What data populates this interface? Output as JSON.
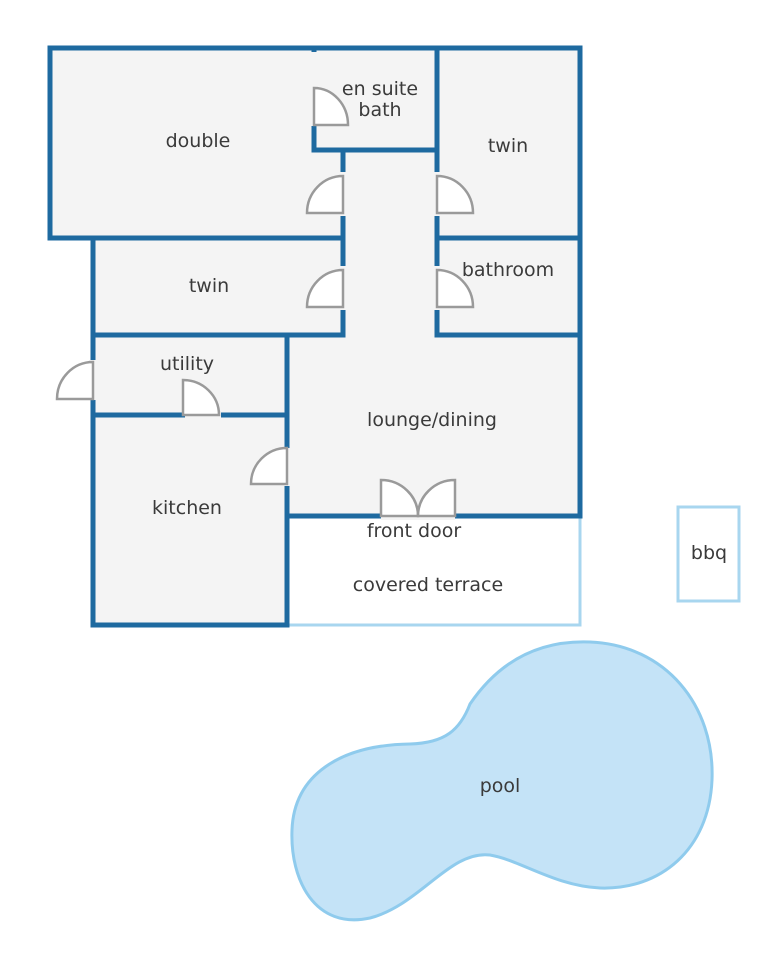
{
  "rooms": {
    "double": "double",
    "en_suite_line1": "en suite",
    "en_suite_line2": "bath",
    "twin_upper": "twin",
    "twin_lower": "twin",
    "bathroom": "bathroom",
    "utility": "utility",
    "kitchen": "kitchen",
    "lounge_dining": "lounge/dining",
    "front_door": "front door",
    "covered_terrace": "covered terrace",
    "bbq": "bbq",
    "pool": "pool"
  },
  "colors": {
    "wall": "#1e6aa0",
    "outdoor_wall": "#a8d6ef",
    "room_fill": "#f4f4f4",
    "door": "#9a9a9a",
    "pool_fill": "#c4e3f7",
    "pool_edge": "#8fcbed"
  }
}
